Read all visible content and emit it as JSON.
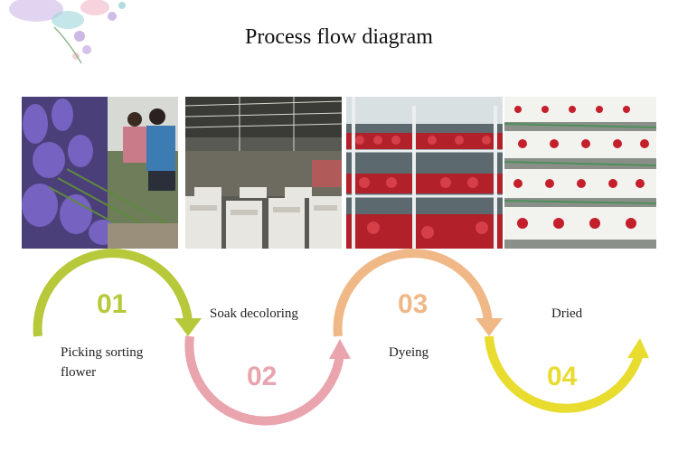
{
  "title": "Process flow diagram",
  "steps": [
    {
      "number": "01",
      "label": "Picking sorting flower",
      "color": "#b7c93a"
    },
    {
      "number": "02",
      "label": "Soak decoloring",
      "color": "#eaa4ae"
    },
    {
      "number": "03",
      "label": "Dyeing",
      "color": "#f0b887"
    },
    {
      "number": "04",
      "label": "Dried",
      "color": "#e8dc2f"
    }
  ],
  "photos": [
    {
      "subject": "lavender-picking-photo"
    },
    {
      "subject": "soaking-tanks-photo"
    },
    {
      "subject": "dyeing-racks-photo"
    },
    {
      "subject": "drying-trays-photo"
    }
  ]
}
